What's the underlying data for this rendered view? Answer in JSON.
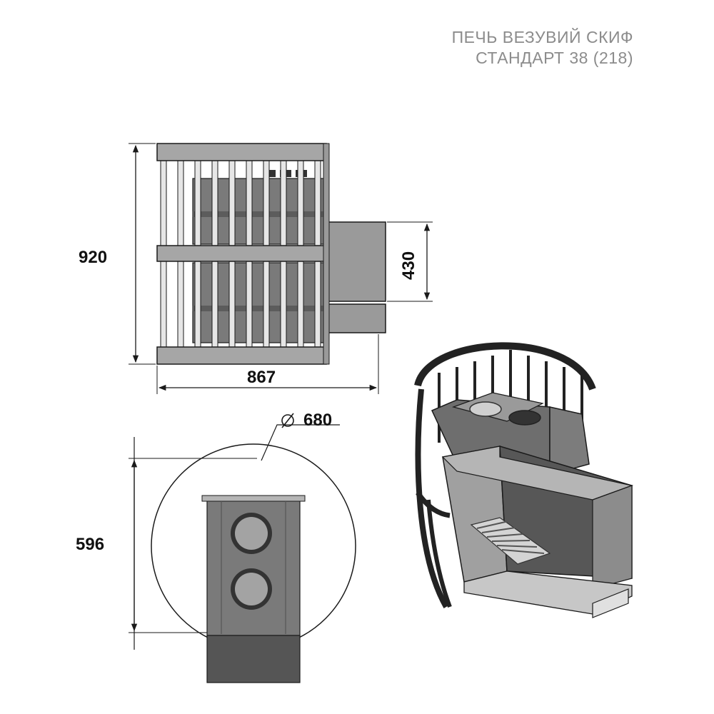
{
  "title": {
    "line1": "ПЕЧЬ ВЕЗУВИЙ СКИФ",
    "line2": "СТАНДАРТ 38 (218)"
  },
  "dimensions": {
    "height": "920",
    "width": "867",
    "firebox_tunnel": "430",
    "diameter": "680",
    "depth": "596"
  },
  "colors": {
    "line": "#1a1a1a",
    "metal_dark": "#5b5b5b",
    "metal_mid": "#7d7d7d",
    "metal_light": "#a9a9a9",
    "metal_pale": "#c9c9c9",
    "title_gray": "#8c8c8c"
  }
}
